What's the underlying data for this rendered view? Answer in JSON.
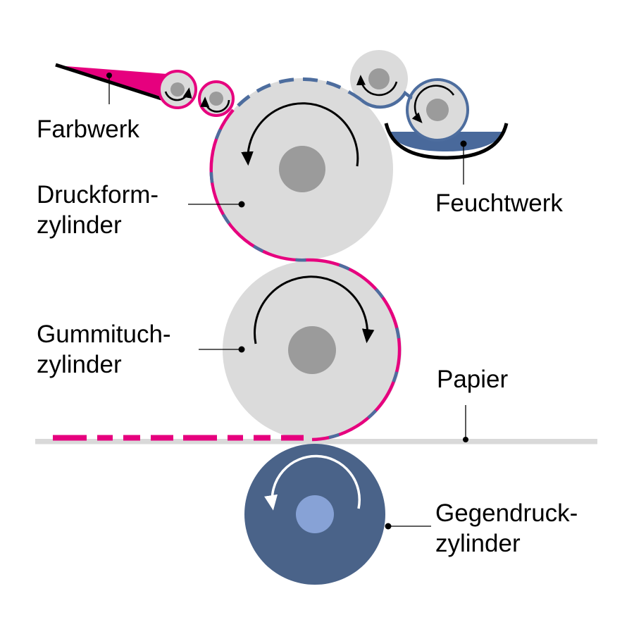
{
  "labels": {
    "farbwerk": "Farbwerk",
    "druckformzylinder": {
      "l1": "Druckform-",
      "l2": "zylinder"
    },
    "feuchtwerk": "Feuchtwerk",
    "gummituchzylinder": {
      "l1": "Gummituch-",
      "l2": "zylinder"
    },
    "papier": "Papier",
    "gegendruckzylinder": {
      "l1": "Gegendruck-",
      "l2": "zylinder"
    }
  },
  "icons": {
    "rotation_ccw": "counterclockwise-arrow",
    "rotation_cw": "clockwise-arrow"
  },
  "colors": {
    "magenta": "#E6007E",
    "film_blue": "#4D6D9E",
    "tray_blue": "#49699B",
    "cylinder_blue": "#4A6389",
    "hub_blue": "#87A2D6",
    "roller_gray": "#DBDBDB",
    "hub_gray": "#9B9B9B",
    "paper_gray": "#D9D9D9",
    "black": "#000000",
    "white": "#FFFFFF"
  }
}
